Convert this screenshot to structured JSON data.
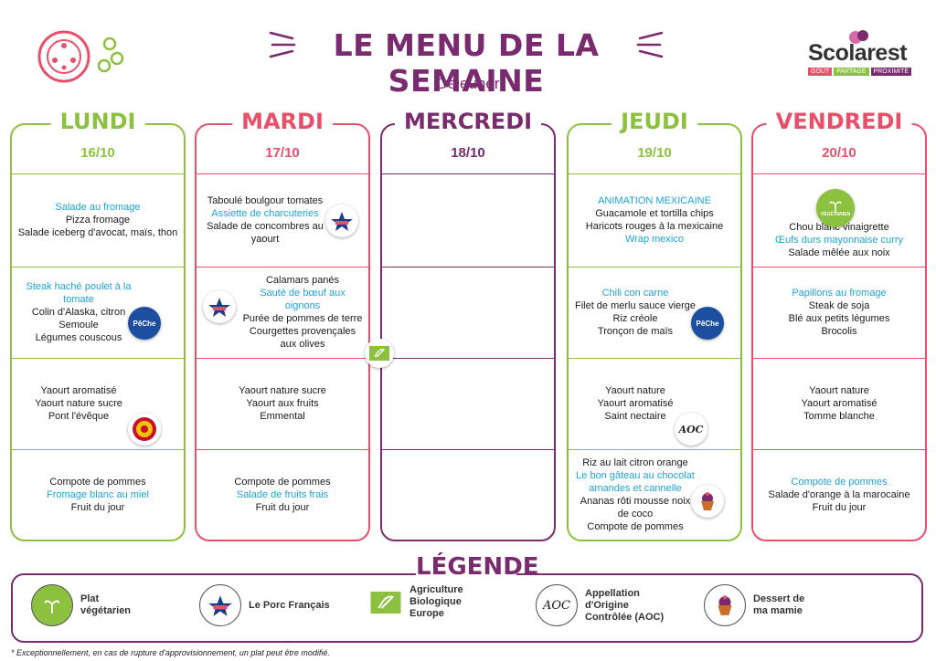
{
  "header": {
    "title": "LE MENU DE LA SEMAINE",
    "subtitle": "Dejeuner",
    "brand": "Scolarest",
    "brand_tagline": [
      "GOÛT",
      "PARTAGE",
      "PROXIMITÉ"
    ]
  },
  "colors": {
    "green": "#8cc13f",
    "red": "#e8506a",
    "purple": "#7a2a6e",
    "blue": "#1ea3d9"
  },
  "days": [
    {
      "name": "LUNDI",
      "date": "16/10",
      "color": "#8cc13f",
      "courses": [
        [
          {
            "text": "Salade au fromage",
            "blue": true
          },
          {
            "text": "Pizza fromage"
          },
          {
            "text": "Salade iceberg d'avocat, maïs, thon"
          }
        ],
        [
          {
            "text": "Steak haché poulet à la tomate",
            "blue": true
          },
          {
            "text": "Colin d'Alaska, citron"
          },
          {
            "text": "Semoule"
          },
          {
            "text": "Légumes couscous"
          }
        ],
        [
          {
            "text": "Yaourt aromatisé"
          },
          {
            "text": "Yaourt nature sucre"
          },
          {
            "text": "Pont l'évêque"
          }
        ],
        [
          {
            "text": "Compote de pommes"
          },
          {
            "text": "Fromage blanc au miel",
            "blue": true
          },
          {
            "text": "Fruit du jour"
          }
        ]
      ]
    },
    {
      "name": "MARDI",
      "date": "17/10",
      "color": "#e8506a",
      "courses": [
        [
          {
            "text": "Taboulé boulgour tomates"
          },
          {
            "text": "Assiette de charcuteries",
            "blue": true
          },
          {
            "text": "Salade de concombres au yaourt"
          }
        ],
        [
          {
            "text": "Calamars panés"
          },
          {
            "text": "Sauté de bœuf aux oignons",
            "blue": true
          },
          {
            "text": "Purée de pommes de terre"
          },
          {
            "text": "Courgettes provençales aux olives"
          }
        ],
        [
          {
            "text": "Yaourt nature sucre"
          },
          {
            "text": "Yaourt aux fruits"
          },
          {
            "text": "Emmental"
          }
        ],
        [
          {
            "text": "Compote de pommes"
          },
          {
            "text": "Salade de fruits frais",
            "blue": true
          },
          {
            "text": "Fruit du jour"
          }
        ]
      ]
    },
    {
      "name": "MERCREDI",
      "date": "18/10",
      "color": "#7a2a6e",
      "courses": [
        [],
        [],
        [],
        []
      ]
    },
    {
      "name": "JEUDI",
      "date": "19/10",
      "color": "#8cc13f",
      "courses": [
        [
          {
            "text": "ANIMATION MEXICAINE",
            "blue": true
          },
          {
            "text": "Guacamole et tortilla chips"
          },
          {
            "text": "Haricots rouges à la mexicaine"
          },
          {
            "text": "Wrap mexico",
            "blue": true
          }
        ],
        [
          {
            "text": "Chili con carne",
            "blue": true
          },
          {
            "text": "Filet de merlu sauce vierge"
          },
          {
            "text": "Riz créole"
          },
          {
            "text": "Tronçon de maïs"
          }
        ],
        [
          {
            "text": "Yaourt nature"
          },
          {
            "text": "Yaourt aromatisé"
          },
          {
            "text": "Saint nectaire"
          }
        ],
        [
          {
            "text": "Riz au lait citron orange"
          },
          {
            "text": "Le bon gâteau au chocolat amandes et cannelle",
            "blue": true
          },
          {
            "text": "Ananas rôti mousse noix de coco"
          },
          {
            "text": "Compote de pommes"
          }
        ]
      ]
    },
    {
      "name": "VENDREDI",
      "date": "20/10",
      "color": "#e8506a",
      "courses": [
        [
          {
            "text": "Chou blanc vinaigrette"
          },
          {
            "text": "Œufs durs mayonnaise curry",
            "blue": true
          },
          {
            "text": "Salade mêlée aux noix"
          }
        ],
        [
          {
            "text": "Papillons au fromage",
            "blue": true
          },
          {
            "text": "Steak de soja"
          },
          {
            "text": "Blé aux petits légumes"
          },
          {
            "text": "Brocolis"
          }
        ],
        [
          {
            "text": "Yaourt nature"
          },
          {
            "text": "Yaourt aromatisé"
          },
          {
            "text": "Tomme blanche"
          }
        ],
        [
          {
            "text": "Compote de pommes",
            "blue": true
          },
          {
            "text": "Salade d'orange à la marocaine"
          },
          {
            "text": "Fruit du jour"
          }
        ]
      ]
    }
  ],
  "badges": {
    "peche": "PêChe",
    "aoc": "AOC",
    "vegetarien": "VÉGÉTARIEN"
  },
  "legend": {
    "title": "LÉGENDE",
    "items": [
      {
        "label": "Plat végétarien",
        "icon": "vegetarian-icon"
      },
      {
        "label": "Le Porc Français",
        "icon": "porc-francais-icon"
      },
      {
        "label": "Agriculture Biologique Europe",
        "icon": "organic-eu-icon"
      },
      {
        "label": "Appellation d'Origine Contrôlée (AOC)",
        "icon": "aoc-icon"
      },
      {
        "label": "Dessert de ma mamie",
        "icon": "cupcake-icon"
      }
    ]
  },
  "footnote": "* Exceptionnellement, en cas de rupture d'approvisionnement, un plat peut être modifié."
}
